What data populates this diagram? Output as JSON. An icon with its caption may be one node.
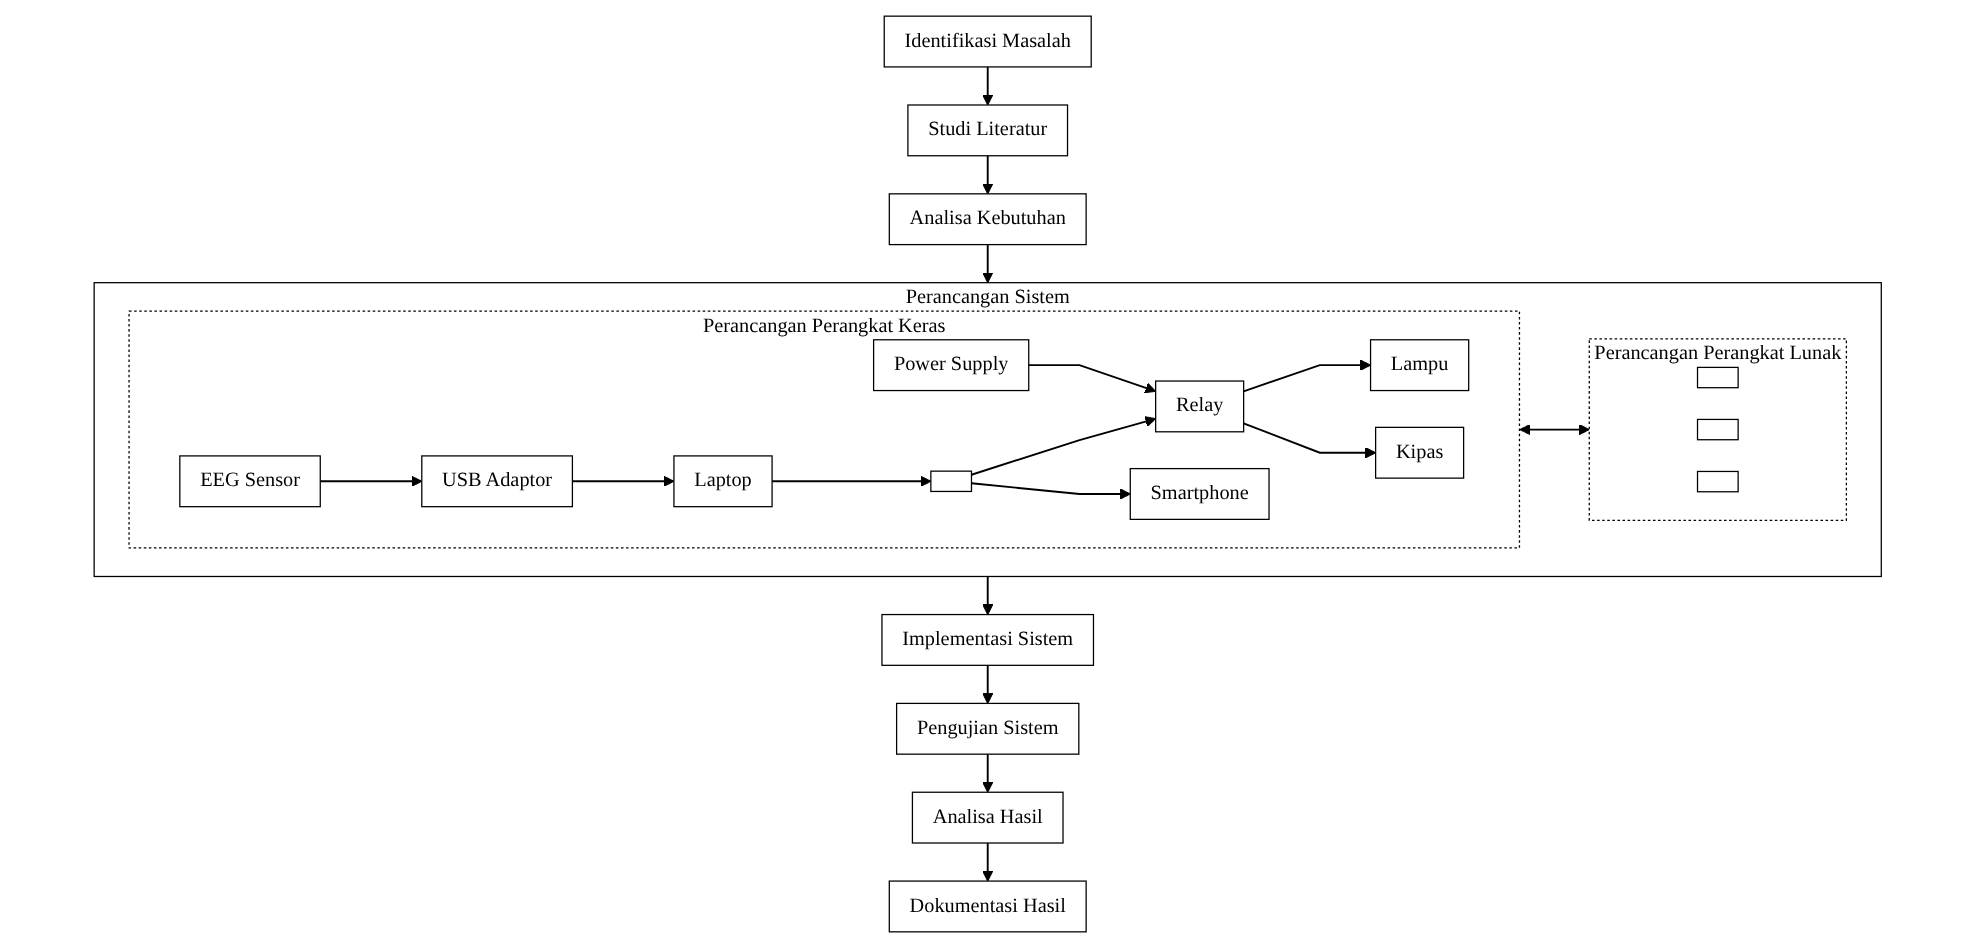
{
  "diagram": {
    "nodes": [
      {
        "text": [
          "Identifikasi Masalah"
        ]
      },
      {
        "text": [
          "Studi Literatur"
        ]
      },
      {
        "text": [
          "Analisa Kebutuhan"
        ]
      },
      {
        "text": [
          "Perancangan Sistem"
        ]
      },
      {
        "text": [
          "Perancangan Perangkat Keras"
        ],
        "in": 3
      },
      {
        "text": [
          "EEG Sensor"
        ],
        "in": 4
      },
      {
        "text": [
          "USB Adaptor"
        ],
        "in": 4
      },
      {
        "text": [
          "Laptop"
        ],
        "in": 4
      },
      {
        "text": [],
        "shape": "box",
        "in": 4
      },
      {
        "text": [
          "Power Supply"
        ],
        "in": 4
      },
      {
        "text": [
          "Relay"
        ],
        "in": 4
      },
      {
        "text": [
          "Lampu"
        ],
        "in": 4
      },
      {
        "text": [
          "Kipas"
        ],
        "in": 4
      },
      {
        "text": [
          "Smartphone"
        ],
        "in": 4
      },
      {
        "text": [
          "Perancangan Perangkat Lunak"
        ],
        "in": 3
      },
      {
        "text": [],
        "shape": "box",
        "in": 14
      },
      {
        "text": [],
        "shape": "box",
        "in": 14
      },
      {
        "text": [],
        "shape": "box",
        "in": 14
      },
      {
        "text": [
          "Implementasi Sistem"
        ]
      },
      {
        "text": [
          "Pengujian Sistem"
        ]
      },
      {
        "text": [
          "Analisa Hasil"
        ]
      },
      {
        "text": [
          "Dokumentasi Hasil"
        ]
      }
    ],
    "edges": [
      {
        "from": 0,
        "to": 1,
        "arrow": "to"
      },
      {
        "from": 1,
        "to": 2,
        "arrow": "to"
      },
      {
        "from": 2,
        "to": 3,
        "arrow": "to"
      },
      {
        "from": 5,
        "to": 6,
        "arrow": "to"
      },
      {
        "from": 6,
        "to": 7,
        "arrow": "to"
      },
      {
        "from": 7,
        "to": 8,
        "arrow": "to"
      },
      {
        "from": 8,
        "to": 10,
        "arrow": "to"
      },
      {
        "from": 8,
        "to": 13,
        "arrow": "to"
      },
      {
        "from": 9,
        "to": 10,
        "arrow": "to"
      },
      {
        "from": 10,
        "to": 11,
        "arrow": "to"
      },
      {
        "from": 10,
        "to": 12,
        "arrow": "to"
      },
      {
        "from": 4,
        "to": 14,
        "arrow": "both"
      },
      {
        "from": 3,
        "to": 18,
        "arrow": "to"
      },
      {
        "from": 18,
        "to": 19,
        "arrow": "to"
      },
      {
        "from": 19,
        "to": 20,
        "arrow": "to"
      },
      {
        "from": 20,
        "to": 21,
        "arrow": "to"
      }
    ]
  }
}
